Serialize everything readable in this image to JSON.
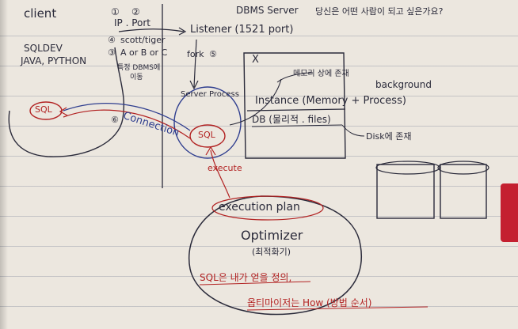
{
  "notes": {
    "client": "client",
    "ip_port": "IP . Port",
    "scott_tiger": "scott/tiger",
    "auth": "A or B or C",
    "dbms_name": "특정 DBMS에",
    "idong": "이동",
    "sqldev": "SQLDEV",
    "java_python": "JAVA, PYTHON",
    "listener": "Listener (1521 port)",
    "dbms_server": "DBMS Server",
    "question": "당신은 어떤 사람이 되고 싶은가요?",
    "fork": "fork",
    "x_mark": "X",
    "memory_korean": "메모리 상에 존재",
    "background": "background",
    "instance": "Instance (Memory + Process)",
    "db": "DB (물리적 . files)",
    "disk": "Disk에 존재",
    "server_process": "Server Process",
    "sql_client": "SQL",
    "sql_server": "SQL",
    "connection": "Connection",
    "execute": "execute",
    "execution_plan": "execution plan",
    "optimizer": "Optimizer",
    "optimizer_sub": "(최적화기)",
    "sql_meaning": "SQL은 내가 얻을 정의,",
    "optimizer_how": "옵티마이저는 How (방법 순서)",
    "num1": "①",
    "num2": "②",
    "num3": "③",
    "num4": "④",
    "num5": "⑤",
    "num6": "⑥"
  },
  "tab": {
    "label": ""
  },
  "colors": {
    "paper": "#ece7df",
    "ink": "#2a2a3a",
    "red_ink": "#b22222",
    "blue_ink": "#2f3e8f",
    "tab": "#c42030"
  }
}
